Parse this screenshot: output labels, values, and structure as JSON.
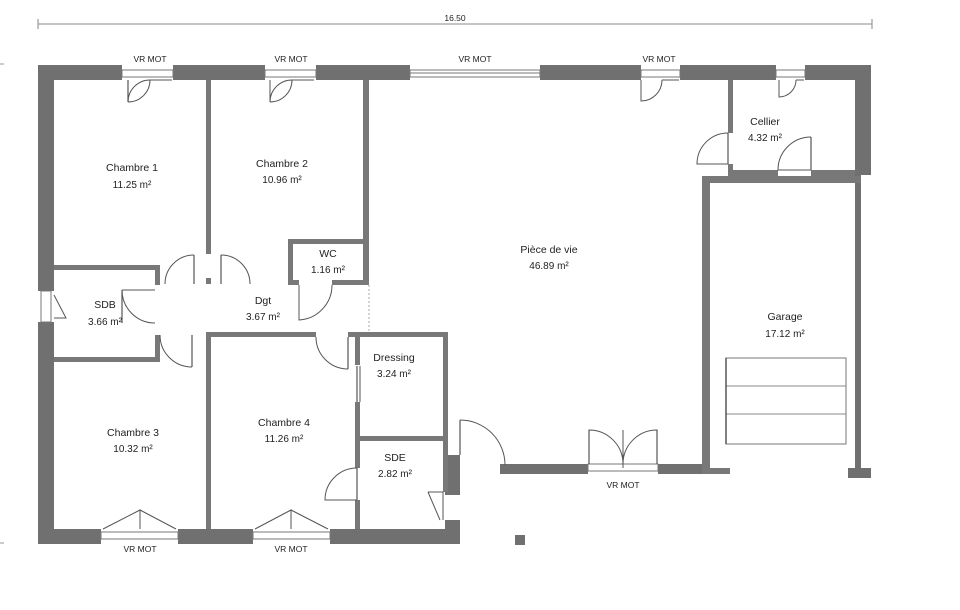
{
  "plan": {
    "overall_dimension": "16.50",
    "rooms": [
      {
        "id": "chambre-1",
        "name": "Chambre 1",
        "area": "11.25 m²"
      },
      {
        "id": "chambre-2",
        "name": "Chambre 2",
        "area": "10.96 m²"
      },
      {
        "id": "wc",
        "name": "WC",
        "area": "1.16 m²"
      },
      {
        "id": "piece-de-vie",
        "name": "Pièce de vie",
        "area": "46.89 m²"
      },
      {
        "id": "cellier",
        "name": "Cellier",
        "area": "4.32 m²"
      },
      {
        "id": "garage",
        "name": "Garage",
        "area": "17.12 m²"
      },
      {
        "id": "sdb",
        "name": "SDB",
        "area": "3.66 m²"
      },
      {
        "id": "dgt",
        "name": "Dgt",
        "area": "3.67 m²"
      },
      {
        "id": "dressing",
        "name": "Dressing",
        "area": "3.24 m²"
      },
      {
        "id": "chambre-3",
        "name": "Chambre 3",
        "area": "10.32 m²"
      },
      {
        "id": "chambre-4",
        "name": "Chambre 4",
        "area": "11.26 m²"
      },
      {
        "id": "sde",
        "name": "SDE",
        "area": "2.82 m²"
      }
    ],
    "window_labels": [
      "VR MOT",
      "VR MOT",
      "VR MOT",
      "VR MOT",
      "VR MOT",
      "VR MOT",
      "VR MOT"
    ]
  }
}
